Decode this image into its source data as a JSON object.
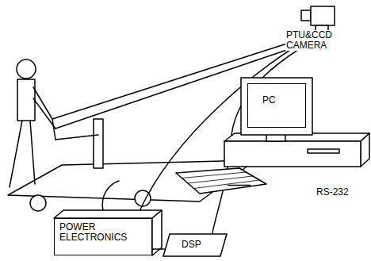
{
  "diagram": {
    "nodes": [
      {
        "text": [
          "PC"
        ]
      },
      {
        "text": [
          "POWER ELECTRONICS"
        ]
      },
      {
        "text": [
          "DSP"
        ]
      }
    ],
    "edges": [
      {
        "from": 1,
        "to": 2,
        "arrow": "none"
      },
      {
        "from": 2,
        "to": 0,
        "label": "RS-232",
        "arrow": "none"
      }
    ],
    "labels": [
      "PTU&CCD CAMERA"
    ]
  }
}
